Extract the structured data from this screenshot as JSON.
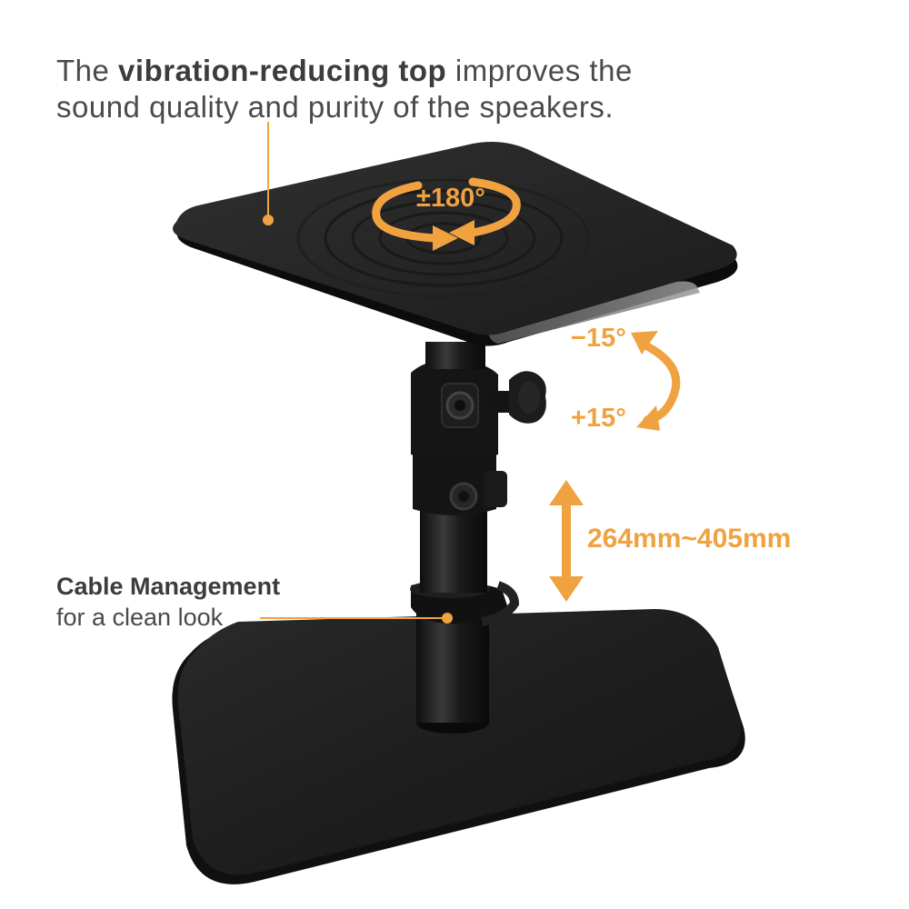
{
  "headline": {
    "prefix": "The ",
    "emphasis": "vibration-reducing top",
    "suffix": " improves the sound quality and purity of the speakers."
  },
  "rotation_label": "±180°",
  "tilt": {
    "negative": "−15°",
    "positive": "+15°"
  },
  "height_range": "264mm~405mm",
  "cable": {
    "title": "Cable Management",
    "subtitle": "for a clean look"
  },
  "colors": {
    "accent": "#f0a241",
    "text": "#4a4a4a",
    "product": "#1c1c1c"
  }
}
